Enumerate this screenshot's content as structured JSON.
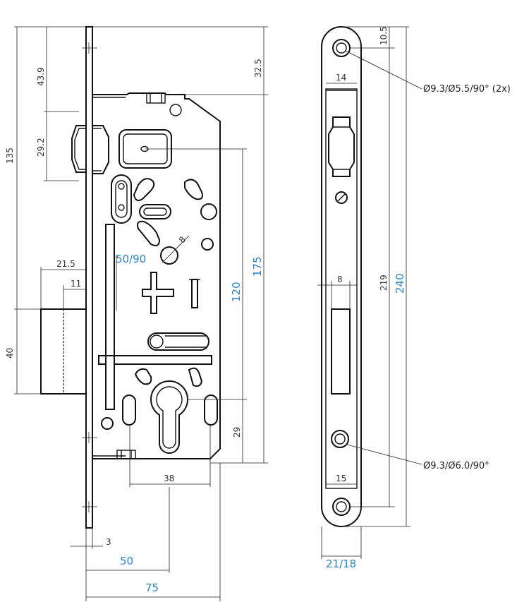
{
  "side_view": {
    "dim_135": "135",
    "dim_43_9": "43.9",
    "dim_29_2": "29.2",
    "dim_32_5": "32.5",
    "dim_175": "175",
    "dim_120": "120",
    "dim_29": "29",
    "dim_21_5": "21.5",
    "dim_11": "11",
    "dim_40": "40",
    "dim_8": "8",
    "dim_50_90": "50/90",
    "dim_38": "38",
    "dim_3": "3",
    "dim_50": "50",
    "dim_75": "75"
  },
  "front_view": {
    "dim_10_5": "10.5",
    "dim_14": "14",
    "dim_8": "8",
    "dim_219": "219",
    "dim_240": "240",
    "dim_15": "15",
    "dim_21_18": "21/18",
    "note_top_holes": "Ø9.3/Ø5.5/90° (2x)",
    "note_bottom_hole": "Ø9.3/Ø6.0/90°"
  },
  "colors": {
    "accent_blue": "#2a86c2",
    "line": "#111111"
  }
}
